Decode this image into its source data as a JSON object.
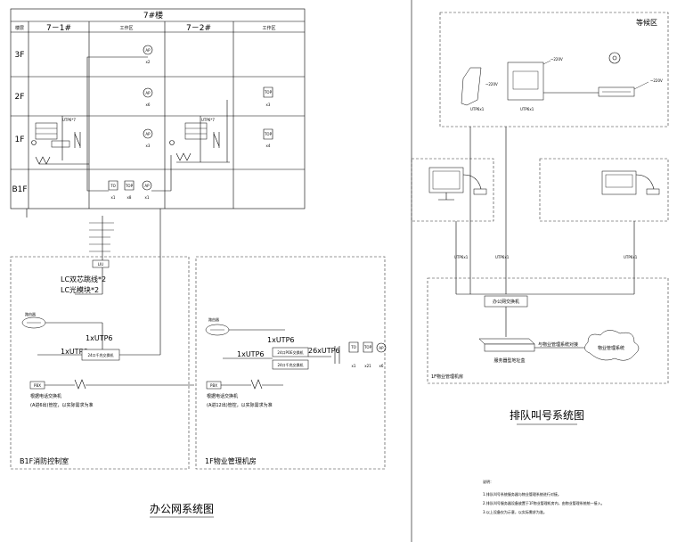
{
  "left": {
    "table": {
      "building_title": "7#楼",
      "header_floor": "楼层",
      "header_7_1": "7－1#",
      "header_workzone_a": "工作区",
      "header_7_2": "7－2#",
      "header_workzone_b": "工作区",
      "floors": [
        "3F",
        "2F",
        "1F",
        "B1F"
      ],
      "ap_label": "AP",
      "to_label": "TO",
      "top_label": "TOP",
      "counts": {
        "f3_ap": "x2",
        "f2_ap": "x6",
        "f2_top": "x3",
        "f1_ap": "x3",
        "f1_top": "x4",
        "b1_to": "x1",
        "b1_top": "x8",
        "b1_ap": "x1"
      }
    },
    "riser_labels": [
      "UTP6*7",
      "UTP6*7"
    ],
    "room_a": {
      "title": "B1F消防控制室",
      "patch_label": "LIU",
      "lc_a": "LC双芯跳线*2",
      "lc_b": "LC光模块*2",
      "router": "路由器",
      "utp_a": "1xUTP6",
      "utp_b": "1xUTP6",
      "switch": "24口千兆交换机",
      "pbx": "PBX",
      "pbx_desc": "根据电话交换机",
      "pbx_note": "(A进6出)管控，以实际需求为准"
    },
    "room_b": {
      "title": "1F物业管理机房",
      "router": "路由器",
      "utp_a": "1xUTP6",
      "utp_b": "1xUTP6",
      "switch_a": "24口POE交换机",
      "switch_b": "24口千兆交换机",
      "utp_c": "26xUTP6",
      "pbx": "PBX",
      "pbx_desc": "根据电话交换机",
      "pbx_note": "(A进12出)管控，以实际需求为准",
      "to_count": "x1",
      "top_count": "x21",
      "ap_count": "x6"
    },
    "title": "办公网系统图"
  },
  "right": {
    "wait_area": "等候区",
    "v220_a": "~220V",
    "v220_b": "~220V",
    "v220_c": "~220V",
    "utp_labels": [
      "UTP6x1",
      "UTP6x1",
      "UTP6x1",
      "UTP6x1",
      "UTP6x1"
    ],
    "switch": "办公网交换机",
    "server": "服务器型地址盒",
    "server_link": "与物业管理系统对接",
    "cloud": "物业管理系统",
    "room": "1F物业管理机房",
    "title": "排队叫号系统图",
    "notes_heading": "说明：",
    "notes": [
      "1.排队叫号系统服务器与物业管理系统进行对接。",
      "2.排队叫号服务器设备放置于1F物业管理机房内，由物业管理系统统一接入。",
      "3.以上设备仅为示意，以实际需求为准。"
    ]
  }
}
